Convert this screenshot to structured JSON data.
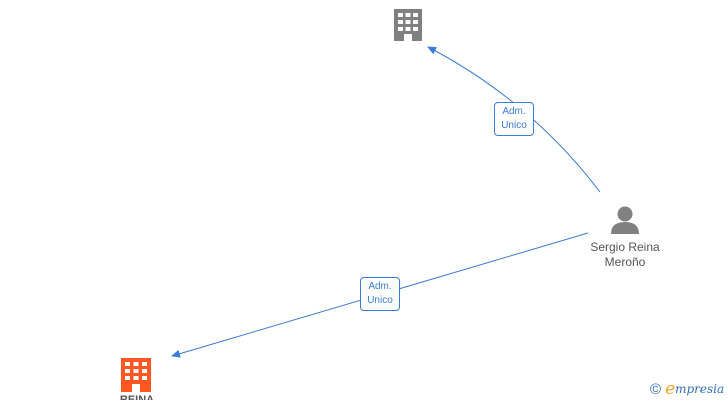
{
  "nodes": {
    "company_top": {
      "icon": "building-icon",
      "color": "#808080"
    },
    "company_bottom": {
      "icon": "building-icon",
      "color": "#ff5722",
      "label_partial": "REINA"
    },
    "person": {
      "icon": "person-icon",
      "color": "#808080",
      "name_line1": "Sergio Reina",
      "name_line2": "Meroño"
    }
  },
  "edges": [
    {
      "from": "person",
      "to": "company_top",
      "label_line1": "Adm.",
      "label_line2": "Unico",
      "color": "#3a7bd5"
    },
    {
      "from": "person",
      "to": "company_bottom",
      "label_line1": "Adm.",
      "label_line2": "Unico",
      "color": "#3a7bd5"
    }
  ],
  "footer": {
    "copyright_symbol": "©",
    "brand_initial": "e",
    "brand_rest": "mpresia"
  }
}
